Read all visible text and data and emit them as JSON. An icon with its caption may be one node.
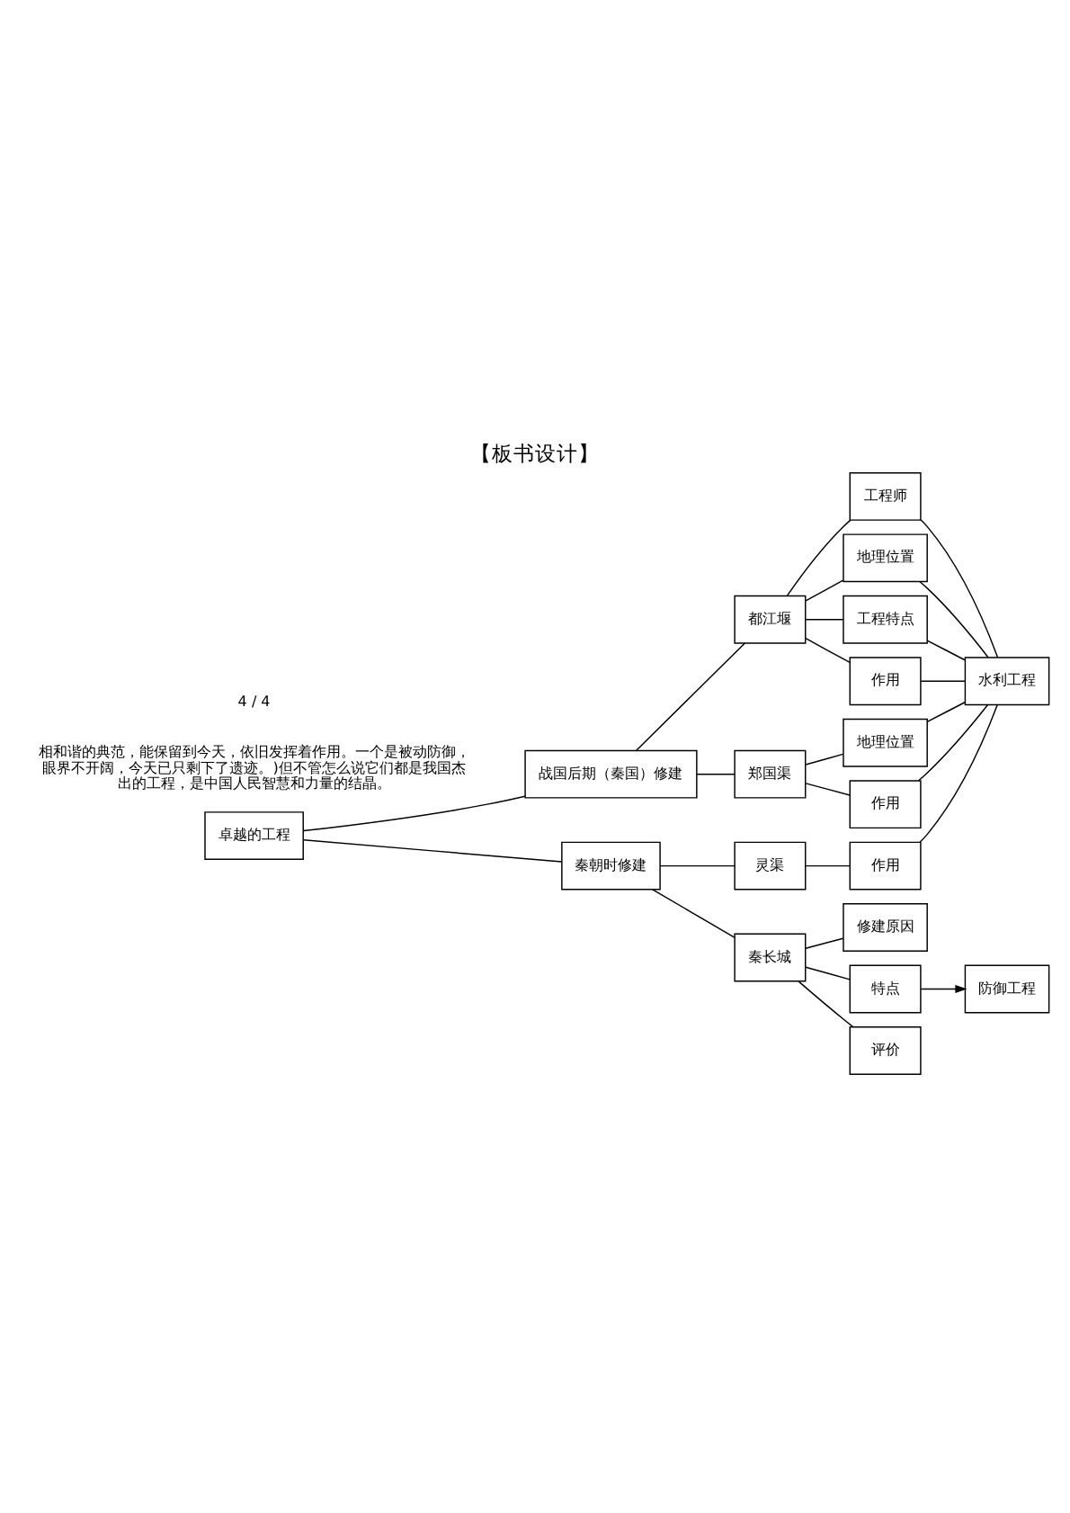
{
  "diagram": {
    "title": "【板书设计】",
    "nodes": [
      {
        "text": [
          "卓越的工程"
        ]
      },
      {
        "text": [
          "战国后期（秦国）修建"
        ]
      },
      {
        "text": [
          "秦朝时修建"
        ]
      },
      {
        "text": [
          "都江堰"
        ]
      },
      {
        "text": [
          "郑国渠"
        ]
      },
      {
        "text": [
          "灵渠"
        ]
      },
      {
        "text": [
          "秦长城"
        ]
      },
      {
        "text": [
          "工程师"
        ]
      },
      {
        "text": [
          "地理位置"
        ]
      },
      {
        "text": [
          "工程特点"
        ]
      },
      {
        "text": [
          "作用"
        ]
      },
      {
        "text": [
          "地理位置"
        ]
      },
      {
        "text": [
          "作用"
        ]
      },
      {
        "text": [
          "作用"
        ]
      },
      {
        "text": [
          "修建原因"
        ]
      },
      {
        "text": [
          "特点"
        ]
      },
      {
        "text": [
          "评价"
        ]
      },
      {
        "text": [
          "水利工程"
        ]
      },
      {
        "text": [
          "防御工程"
        ]
      }
    ],
    "edges": [
      {
        "from": 0,
        "to": 1,
        "arrow": "none"
      },
      {
        "from": 0,
        "to": 2,
        "arrow": "none"
      },
      {
        "from": 1,
        "to": 3,
        "arrow": "none"
      },
      {
        "from": 1,
        "to": 4,
        "arrow": "none"
      },
      {
        "from": 2,
        "to": 5,
        "arrow": "none"
      },
      {
        "from": 2,
        "to": 6,
        "arrow": "none"
      },
      {
        "from": 3,
        "to": 7,
        "arrow": "none"
      },
      {
        "from": 3,
        "to": 8,
        "arrow": "none"
      },
      {
        "from": 3,
        "to": 9,
        "arrow": "none"
      },
      {
        "from": 3,
        "to": 10,
        "arrow": "none"
      },
      {
        "from": 4,
        "to": 11,
        "arrow": "none"
      },
      {
        "from": 4,
        "to": 12,
        "arrow": "none"
      },
      {
        "from": 5,
        "to": 13,
        "arrow": "none"
      },
      {
        "from": 6,
        "to": 14,
        "arrow": "none"
      },
      {
        "from": 6,
        "to": 15,
        "arrow": "none"
      },
      {
        "from": 6,
        "to": 16,
        "arrow": "none"
      },
      {
        "from": 7,
        "to": 17,
        "arrow": "none"
      },
      {
        "from": 8,
        "to": 17,
        "arrow": "none"
      },
      {
        "from": 9,
        "to": 17,
        "arrow": "none"
      },
      {
        "from": 10,
        "to": 17,
        "arrow": "none"
      },
      {
        "from": 11,
        "to": 17,
        "arrow": "none"
      },
      {
        "from": 12,
        "to": 17,
        "arrow": "none"
      },
      {
        "from": 13,
        "to": 17,
        "arrow": "none"
      },
      {
        "from": 15,
        "to": 18,
        "arrow": "to"
      }
    ],
    "labels": [
      "相和谐的典范，能保留到今天，依旧发挥着作用。一个是被动防御，眼界不开阔，今天已只剩下了遗迹。)但不管怎么说它们都是我国杰出的工程，是中国人民智慧和力量的结晶。",
      "4 / 4"
    ]
  }
}
